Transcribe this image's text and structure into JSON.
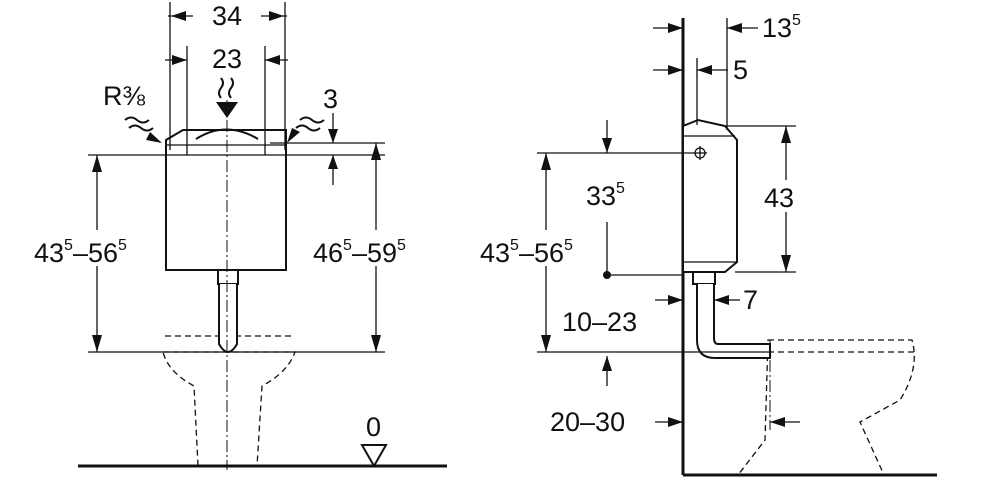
{
  "front": {
    "width_top": {
      "main": "34"
    },
    "width_inner": {
      "main": "23"
    },
    "connection": {
      "main": "R",
      "frac": "⅜"
    },
    "offset_top": {
      "main": "3"
    },
    "height_left": {
      "a": "43",
      "a_sup": "5",
      "dash": "–",
      "b": "56",
      "b_sup": "5"
    },
    "height_right": {
      "a": "46",
      "a_sup": "5",
      "dash": "–",
      "b": "59",
      "b_sup": "5"
    },
    "floor_level": {
      "main": "0"
    }
  },
  "side": {
    "wall_depth": {
      "main": "13",
      "sup": "5"
    },
    "inner_depth": {
      "main": "5"
    },
    "axis_offset": {
      "main": "33",
      "sup": "5"
    },
    "tank_height": {
      "main": "43"
    },
    "height_left": {
      "a": "43",
      "a_sup": "5",
      "dash": "–",
      "b": "56",
      "b_sup": "5"
    },
    "pipe_offset": {
      "main": "7"
    },
    "pipe_range": {
      "main": "10–23"
    },
    "bottom_range": {
      "main": "20–30"
    }
  }
}
